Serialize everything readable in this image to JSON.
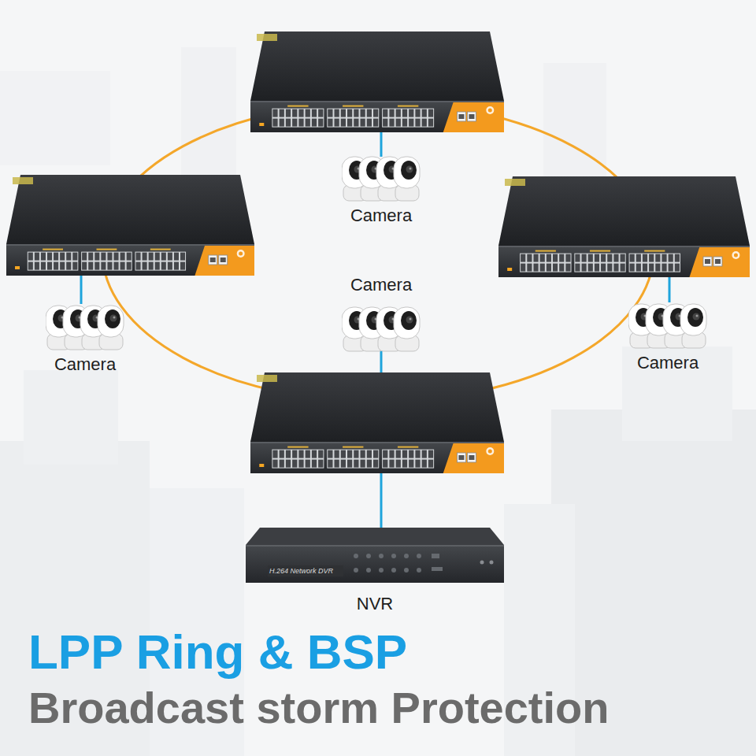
{
  "diagram": {
    "title": "LPP Ring & BSP",
    "caption": "Broadcast storm Protection",
    "nodes": [
      {
        "text": [
          "Camera"
        ]
      },
      {
        "text": [
          "Camera"
        ]
      },
      {
        "text": [
          "Camera"
        ]
      },
      {
        "text": [
          "Camera"
        ]
      },
      {
        "text": [
          "NVR"
        ]
      }
    ],
    "labels": [
      "H.264 Network DVR"
    ]
  }
}
